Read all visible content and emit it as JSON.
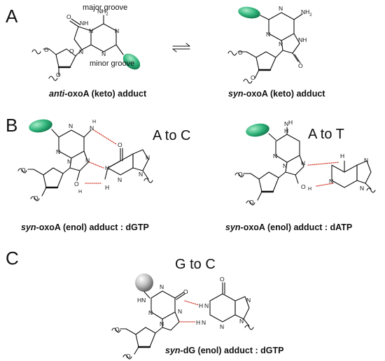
{
  "panels": {
    "a": "A",
    "b": "B",
    "c": "C"
  },
  "panel_a": {
    "major_groove": "major groove",
    "minor_groove": "minor groove",
    "anti_caption_italic": "anti",
    "anti_caption_rest": "-oxoA (keto) adduct",
    "syn_caption_italic": "syn",
    "syn_caption_rest": "-oxoA (keto) adduct"
  },
  "panel_b": {
    "left_title": "A to C",
    "right_title": "A to T",
    "left_caption_italic": "syn",
    "left_caption_rest": "-oxoA (enol) adduct : dGTP",
    "right_caption_italic": "syn",
    "right_caption_rest": "-oxoA (enol) adduct : dATP"
  },
  "panel_c": {
    "title": "G to C",
    "caption_italic": "syn",
    "caption_rest": "-dG (enol) adduct : dGTP"
  },
  "atoms": {
    "N": "N",
    "NH": "NH",
    "NH2": "NH",
    "sub2": "2",
    "O": "O",
    "H": "H",
    "HN": "HN"
  },
  "colors": {
    "adduct_green": "#1f9e6a",
    "hbond_red": "#d03a2a",
    "sphere_gray": "#8a8a8a"
  }
}
